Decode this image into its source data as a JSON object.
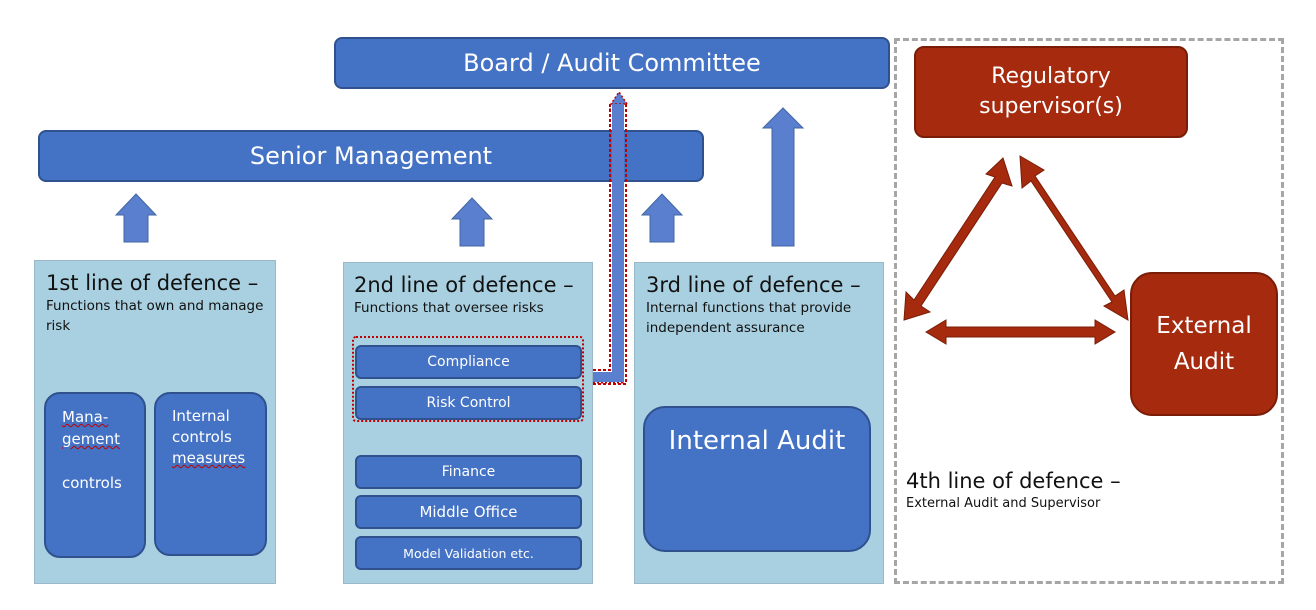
{
  "board": "Board / Audit Committee",
  "senior": "Senior Management",
  "line1": {
    "title": "1st line of defence –",
    "subtitle": "Functions that own and manage risk",
    "boxA": [
      "Mana-",
      "gement",
      "controls"
    ],
    "boxB": [
      "Internal",
      "controls",
      "measures"
    ]
  },
  "line2": {
    "title": "2nd line of defence –",
    "subtitle": "Functions that oversee risks",
    "items": [
      "Compliance",
      "Risk Control",
      "Finance",
      "Middle Office",
      "Model Validation etc."
    ]
  },
  "line3": {
    "title": "3rd line of defence –",
    "subtitle": "Internal functions that provide independent assurance",
    "box": "Internal Audit"
  },
  "line4": {
    "title": "4th line of defence –",
    "subtitle": "External Audit and Supervisor"
  },
  "regulator": "Regulatory supervisor(s)",
  "external_audit": "External Audit",
  "colors": {
    "blue_box": "#4472c4",
    "panel": "#a9d0e0",
    "arrow_blue": "#5b7fcf",
    "red_box": "#a52a0e",
    "dotted_red": "#c00000",
    "dashed_grey": "#a6a6a6"
  }
}
